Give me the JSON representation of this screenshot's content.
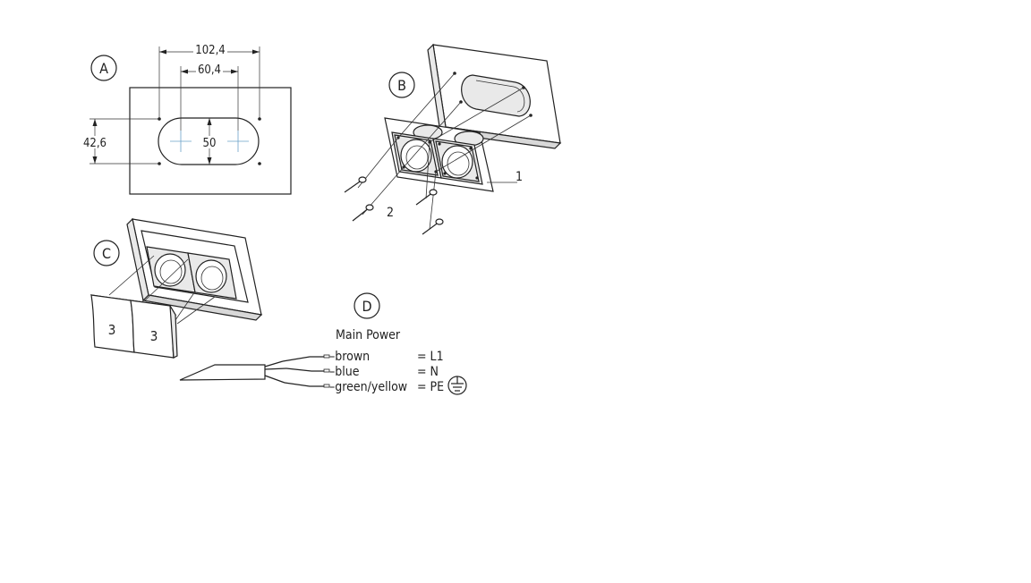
{
  "labels": {
    "A": "A",
    "B": "B",
    "C": "C",
    "D": "D"
  },
  "dimensions": {
    "outer_width": "102,4",
    "inner_width": "60,4",
    "height": "42,6",
    "slot_height": "50"
  },
  "callouts": {
    "frame": "1",
    "screws": "2",
    "cover_left": "3",
    "cover_right": "3"
  },
  "wiring": {
    "title": "Main Power",
    "rows": [
      {
        "wire": "–brown",
        "terminal": "= L1"
      },
      {
        "wire": "–blue",
        "terminal": "= N"
      },
      {
        "wire": "–green/yellow",
        "terminal": "= PE"
      }
    ],
    "ground_symbol": "earth-ground-icon"
  },
  "colors": {
    "line": "#222222",
    "axis": "#6aa0c8",
    "background": "#ffffff"
  }
}
